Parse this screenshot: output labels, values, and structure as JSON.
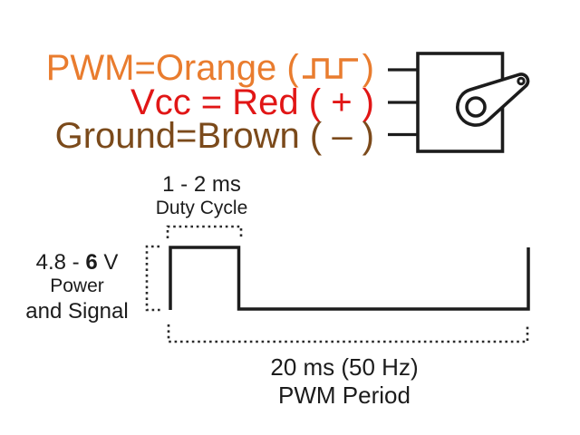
{
  "colors": {
    "pwm_orange": "#E97C2E",
    "vcc_red": "#E11616",
    "ground_brown": "#7B4A1B",
    "ink": "#1C1C1C"
  },
  "wiring_legend": {
    "pwm": {
      "prefix": "PWM=Orange (",
      "suffix": ")"
    },
    "vcc": {
      "text": "Vcc = Red ( + )"
    },
    "ground": {
      "text": "Ground=Brown ( – )"
    }
  },
  "timing": {
    "duty_value": "1 - 2 ms",
    "duty_label": "Duty Cycle",
    "voltage_prefix": "4.8 - ",
    "voltage_bold": "6",
    "voltage_suffix": " V",
    "voltage_line2": "Power",
    "voltage_line3": "and Signal",
    "period_value": "20 ms (50 Hz)",
    "period_label": "PWM Period"
  }
}
